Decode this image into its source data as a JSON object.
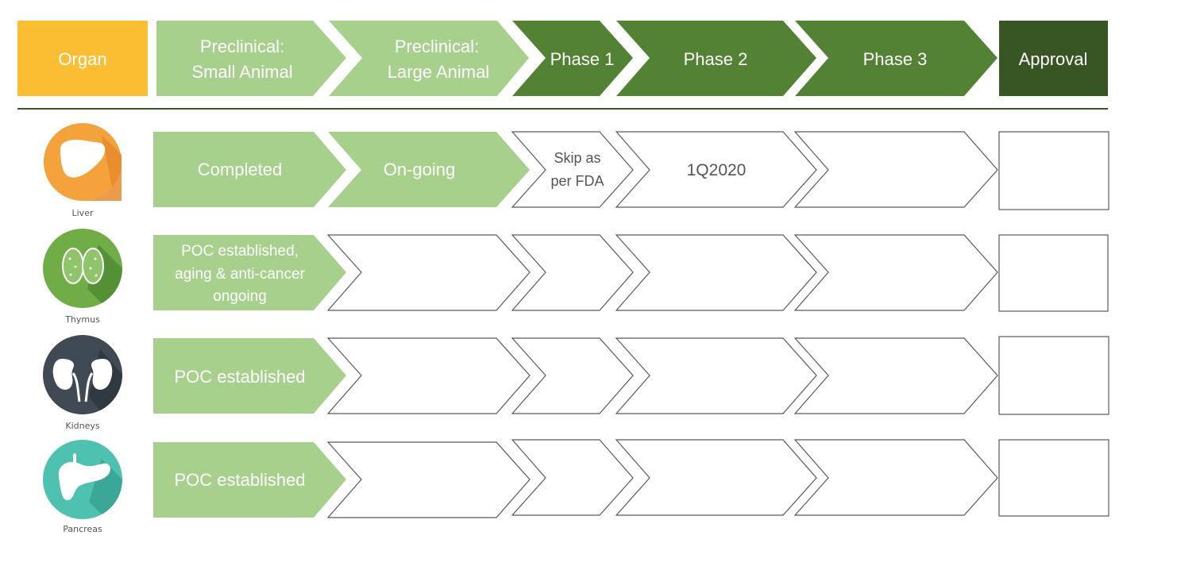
{
  "colors": {
    "organ_header": "#fbbe32",
    "preclinical": "#a8d08d",
    "phase": "#548235",
    "approval": "#375623",
    "rule": "#385723",
    "outline": "#595959",
    "liver": "#f4a23c",
    "thymus": "#70ad47",
    "kidneys": "#3f4a55",
    "pancreas": "#4fc1b0"
  },
  "header": {
    "organ": "Organ",
    "preclinical_small": [
      "Preclinical:",
      "Small Animal"
    ],
    "preclinical_large": [
      "Preclinical:",
      "Large Animal"
    ],
    "phase1": "Phase 1",
    "phase2": "Phase 2",
    "phase3": "Phase 3",
    "approval": "Approval"
  },
  "rows": [
    {
      "organ": "Liver",
      "icon": "liver-icon",
      "small_animal": [
        "Completed"
      ],
      "large_animal": [
        "On-going"
      ],
      "phase1": [
        "Skip as",
        "per FDA"
      ],
      "phase2": [
        "1Q2020"
      ],
      "phase3": [],
      "approval": []
    },
    {
      "organ": "Thymus",
      "icon": "thymus-icon",
      "small_animal": [
        "POC established,",
        "aging & anti-cancer",
        "ongoing"
      ],
      "large_animal": [],
      "phase1": [],
      "phase2": [],
      "phase3": [],
      "approval": []
    },
    {
      "organ": "Kidneys",
      "icon": "kidneys-icon",
      "small_animal": [
        "POC established"
      ],
      "large_animal": [],
      "phase1": [],
      "phase2": [],
      "phase3": [],
      "approval": []
    },
    {
      "organ": "Pancreas",
      "icon": "pancreas-icon",
      "small_animal": [
        "POC established"
      ],
      "large_animal": [],
      "phase1": [],
      "phase2": [],
      "phase3": [],
      "approval": []
    }
  ]
}
